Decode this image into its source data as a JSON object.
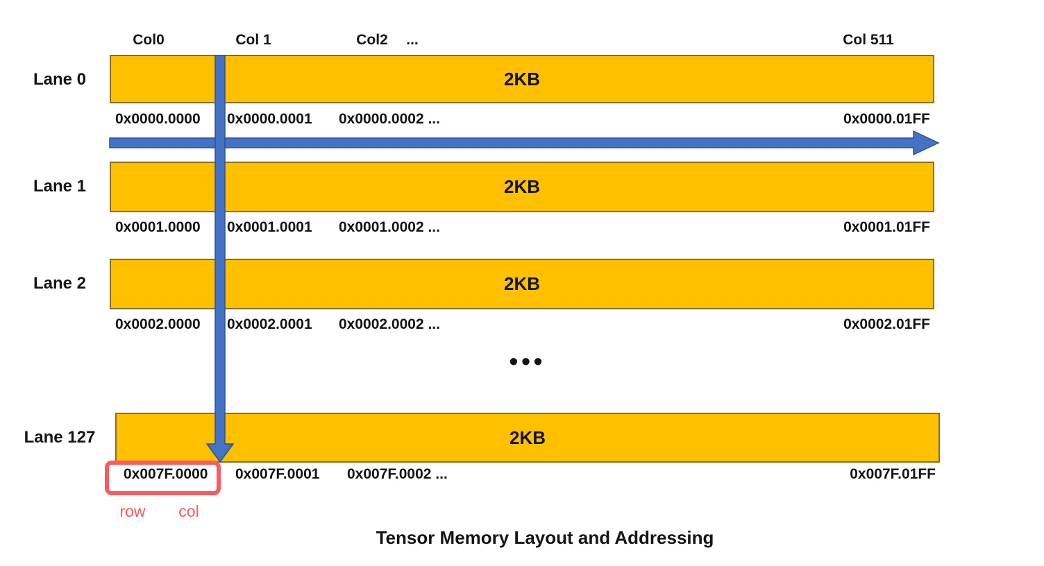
{
  "diagram": {
    "title": "Tensor Memory Layout and Addressing",
    "column_headers": {
      "col0": "Col0",
      "col1": "Col 1",
      "col2": "Col2",
      "dots": "...",
      "col511": "Col 511"
    },
    "lanes": [
      {
        "label": "Lane 0",
        "size": "2KB",
        "addr0": "0x0000.0000",
        "addr1": "0x0000.0001",
        "addr2": "0x0000.0002 ...",
        "addr_last": "0x0000.01FF"
      },
      {
        "label": "Lane 1",
        "size": "2KB",
        "addr0": "0x0001.0000",
        "addr1": "0x0001.0001",
        "addr2": "0x0001.0002 ...",
        "addr_last": "0x0001.01FF"
      },
      {
        "label": "Lane 2",
        "size": "2KB",
        "addr0": "0x0002.0000",
        "addr1": "0x0002.0001",
        "addr2": "0x0002.0002 ...",
        "addr_last": "0x0002.01FF"
      },
      {
        "label": "Lane 127",
        "size": "2KB",
        "addr0": "0x007F.0000",
        "addr1": "0x007F.0001",
        "addr2": "0x007F.0002 ...",
        "addr_last": "0x007F.01FF"
      }
    ],
    "rows_ellipsis": "•••",
    "annotations": {
      "row": "row",
      "col": "col"
    },
    "arrows": {
      "horizontal": "column-direction-arrow",
      "vertical": "lane-direction-arrow"
    },
    "colors": {
      "bar_fill": "#FFC000",
      "bar_border": "#8A6D1F",
      "arrow_fill": "#4472C4",
      "arrow_border": "#2F528F",
      "highlight": "#FA5A62",
      "text": "#141414"
    }
  }
}
